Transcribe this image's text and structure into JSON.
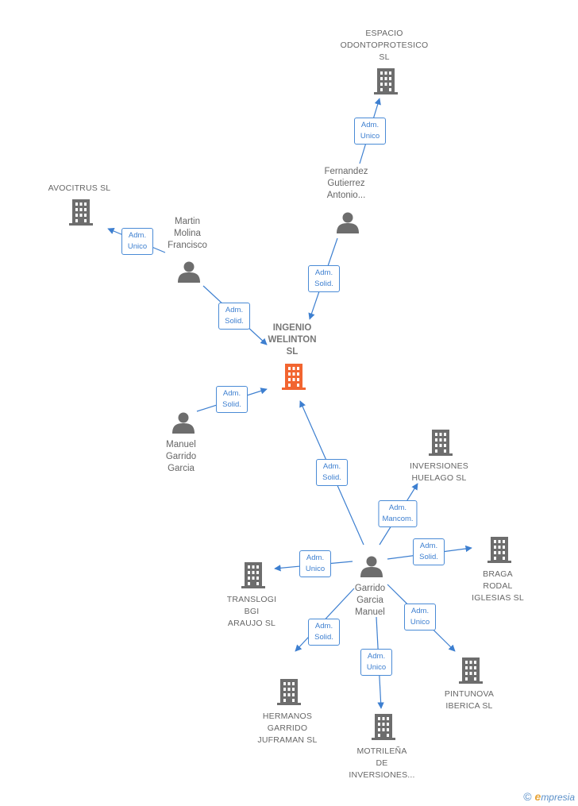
{
  "colors": {
    "edge": "#3d7fd0",
    "company_icon": "#6d6d6d",
    "main_icon": "#f26530",
    "person_icon": "#6d6d6d",
    "label_text": "#666666"
  },
  "nodes": {
    "espacio": {
      "label": "ESPACIO\nODONTOPROTESICO\nSL",
      "type": "company"
    },
    "fernandez": {
      "label": "Fernandez\nGutierrez\nAntonio...",
      "type": "person"
    },
    "avocitrus": {
      "label": "AVOCITRUS  SL",
      "type": "company"
    },
    "martin": {
      "label": "Martin\nMolina\nFrancisco",
      "type": "person"
    },
    "ingenio": {
      "label": "INGENIO\nWELINTON\nSL",
      "type": "main"
    },
    "manuel": {
      "label": "Manuel\nGarrido\nGarcia",
      "type": "person"
    },
    "inversiones": {
      "label": "INVERSIONES\nHUELAGO  SL",
      "type": "company"
    },
    "braga": {
      "label": "BRAGA\nRODAL\nIGLESIAS SL",
      "type": "company"
    },
    "garrido": {
      "label": "Garrido\nGarcia\nManuel",
      "type": "person"
    },
    "translogi": {
      "label": "TRANSLOGI\nBGI\nARAUJO SL",
      "type": "company"
    },
    "pintunova": {
      "label": "PINTUNOVA\nIBERICA  SL",
      "type": "company"
    },
    "hermanos": {
      "label": "HERMANOS\nGARRIDO\nJUFRAMAN SL",
      "type": "company"
    },
    "motrilena": {
      "label": "MOTRILEÑA\nDE\nINVERSIONES...",
      "type": "company"
    }
  },
  "edges": {
    "fernandez_espacio": "Adm.\nUnico",
    "martin_avocitrus": "Adm.\nUnico",
    "fernandez_ingenio": "Adm.\nSolid.",
    "martin_ingenio": "Adm.\nSolid.",
    "manuel_ingenio": "Adm.\nSolid.",
    "garrido_ingenio": "Adm.\nSolid.",
    "garrido_inversiones": "Adm.\nMancom.",
    "garrido_braga": "Adm.\nSolid.",
    "garrido_translogi": "Adm.\nUnico",
    "garrido_pintunova": "Adm.\nUnico",
    "garrido_hermanos": "Adm.\nSolid.",
    "garrido_motrilena": "Adm.\nUnico"
  },
  "footer": {
    "copyright": "©",
    "brand_initial": "e",
    "brand_rest": "mpresia"
  }
}
